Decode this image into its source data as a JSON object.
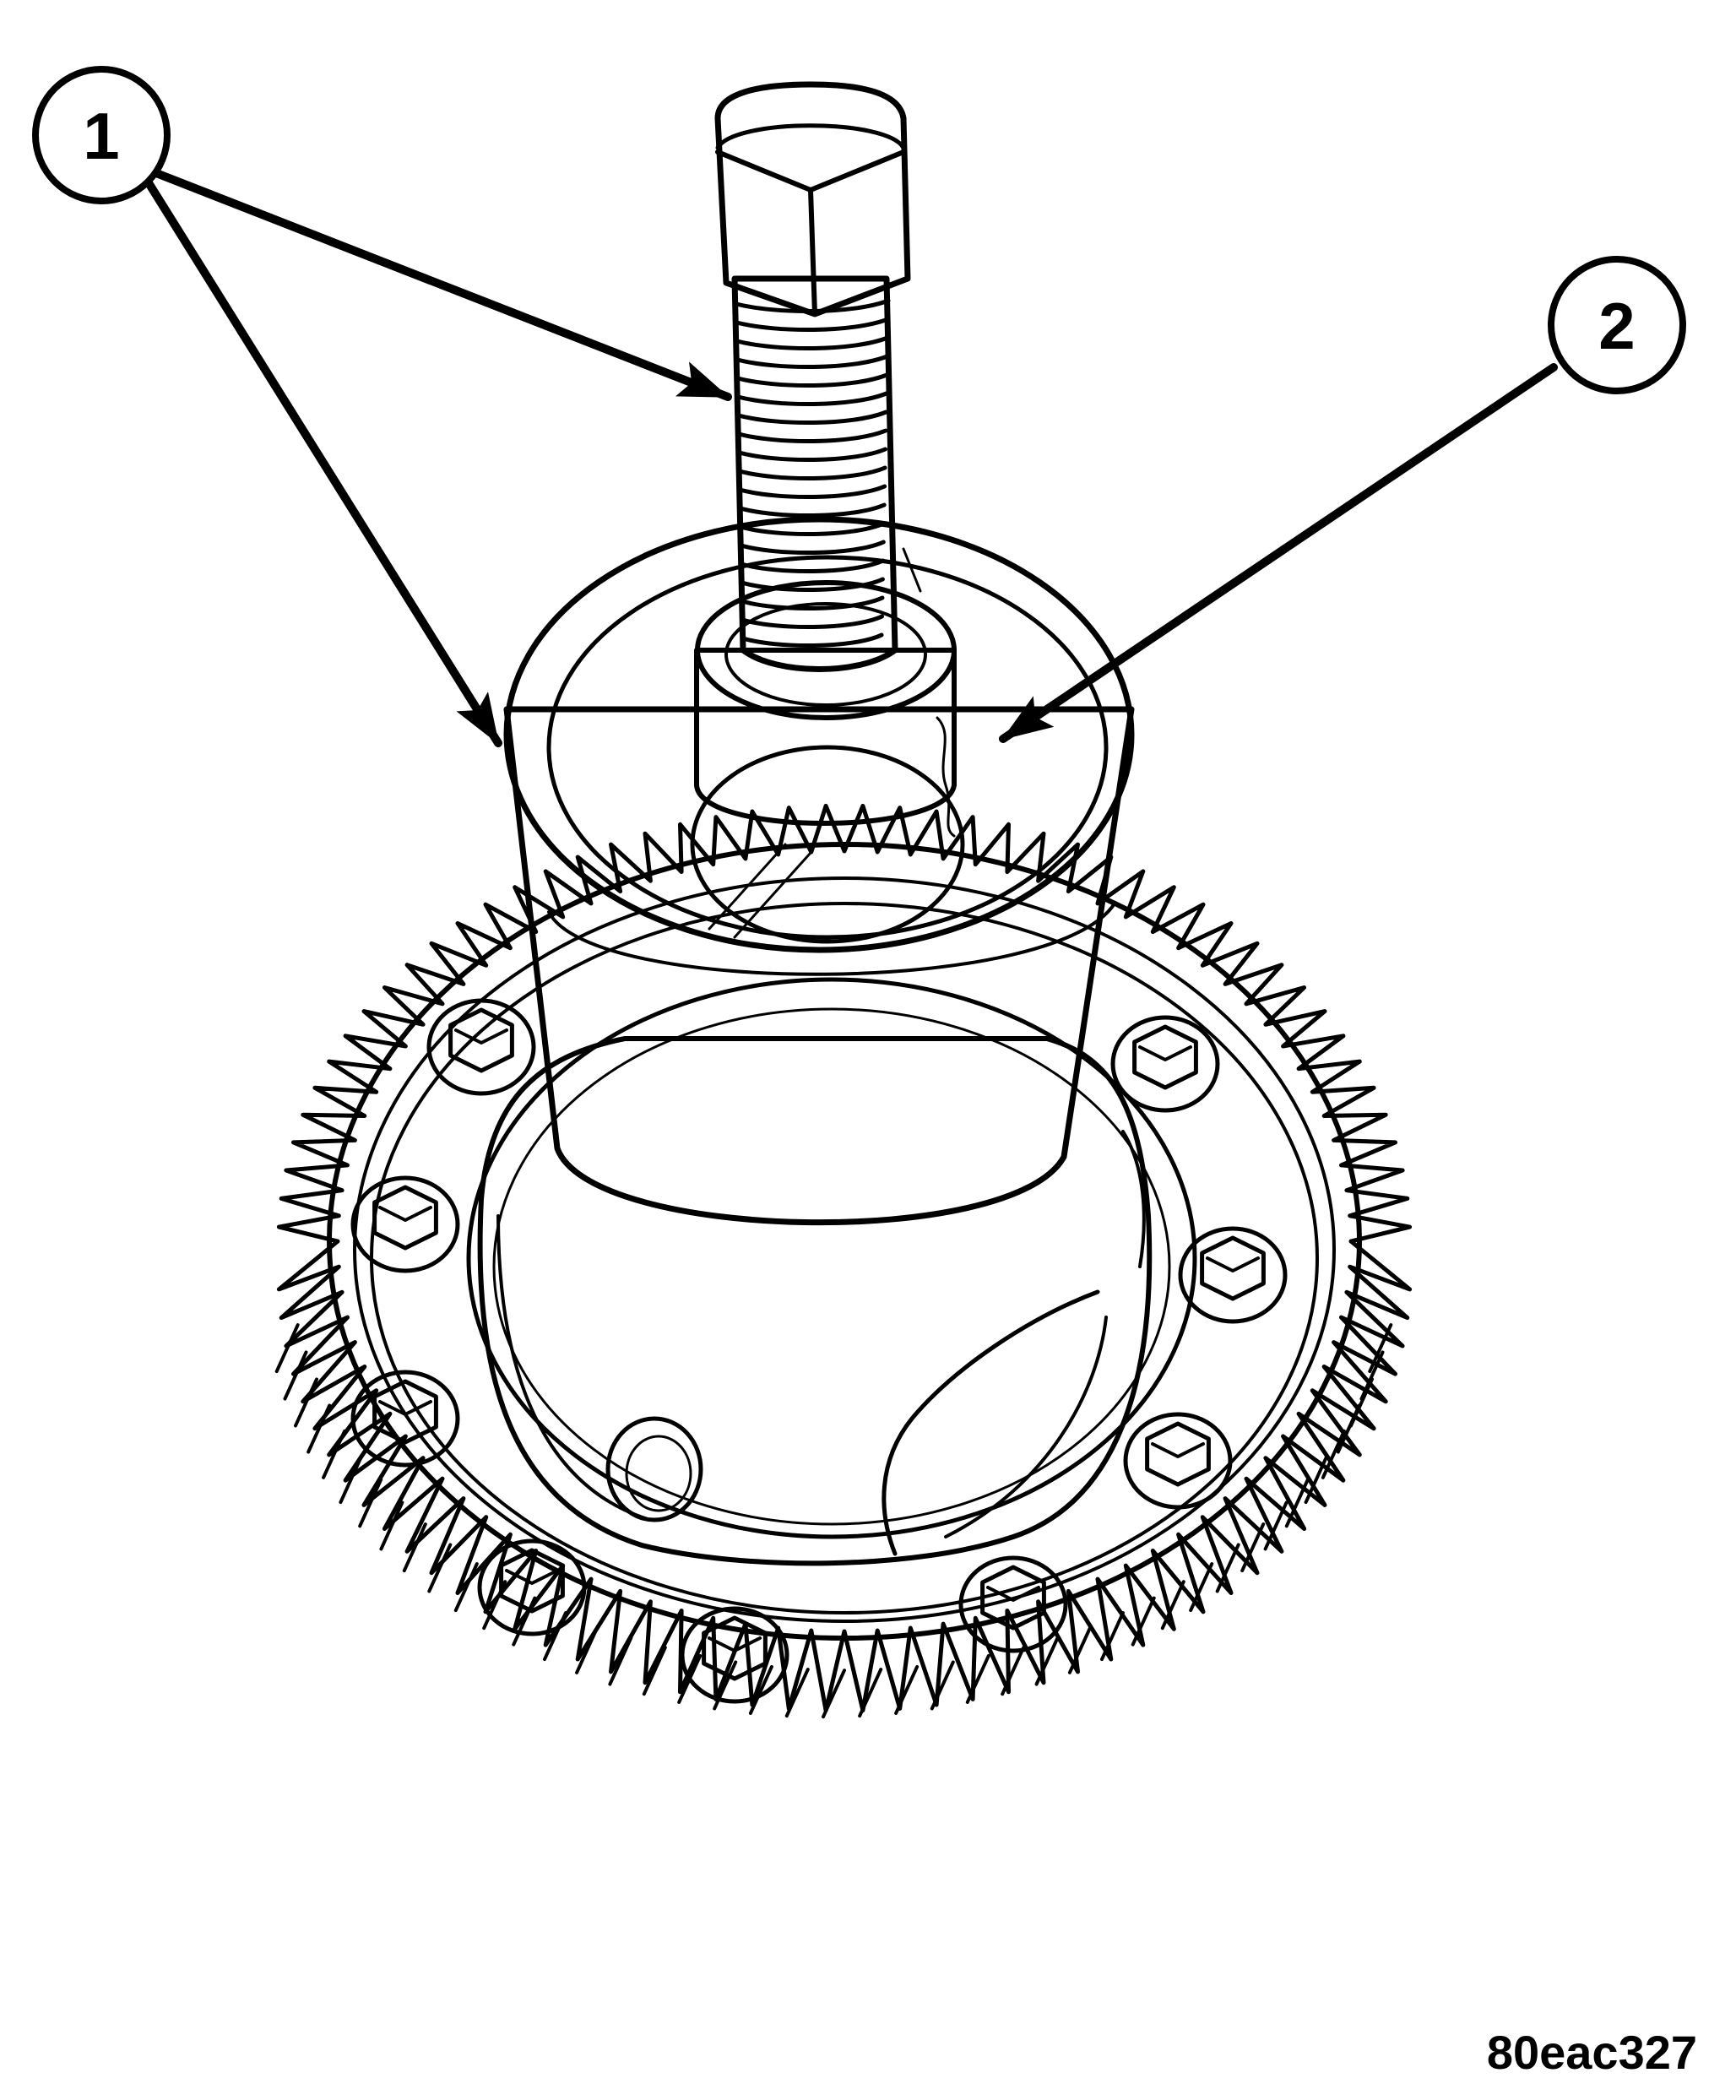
{
  "callouts": [
    {
      "label": "1"
    },
    {
      "label": "2"
    }
  ],
  "figure_id": "80eac327",
  "colors": {
    "ink": "#000000",
    "paper": "#ffffff"
  }
}
